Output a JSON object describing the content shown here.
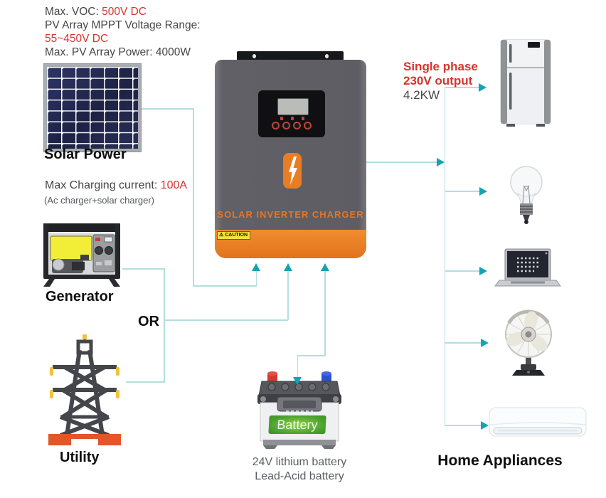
{
  "pv_specs": {
    "voc_label": "Max. VOC: ",
    "voc_value": "500V DC",
    "mppt_label": "PV Array MPPT Voltage Range:",
    "mppt_value": "55~450V DC",
    "power_label": "Max. PV Array Power: 4000W"
  },
  "solar_power": {
    "label": "Solar Power"
  },
  "charging": {
    "label": "Max Charging current: ",
    "value": "100A",
    "note": "(Ac charger+solar charger)"
  },
  "generator": {
    "label": "Generator"
  },
  "junction": {
    "or_label": "OR"
  },
  "utility": {
    "label": "Utility"
  },
  "inverter": {
    "title": "SOLAR INVERTER CHARGER",
    "caution_label": "⚠ CAUTION"
  },
  "battery": {
    "label": "Battery",
    "caption_line1": "24V lithium battery",
    "caption_line2": "Lead-Acid battery"
  },
  "output": {
    "line1": "Single phase",
    "line2": "230V output",
    "line3": "4.2KW"
  },
  "home_appliances": {
    "label": "Home Appliances"
  },
  "icons": {
    "solar_panel": "solar-panel-icon",
    "generator": "generator-icon",
    "utility_tower": "utility-tower-icon",
    "inverter_bolt": "lightning-bolt-icon",
    "warning": "warning-icon",
    "battery": "battery-icon",
    "refrigerator": "refrigerator-icon",
    "light_bulb": "light-bulb-icon",
    "laptop": "laptop-icon",
    "fan": "fan-icon",
    "air_conditioner": "air-conditioner-icon"
  },
  "colors": {
    "accent_red": "#d8332e",
    "arrow_teal": "#12a4b6",
    "line_teal": "#b4dde0",
    "inverter_orange": "#e8822d",
    "text_dark": "#46464b"
  }
}
